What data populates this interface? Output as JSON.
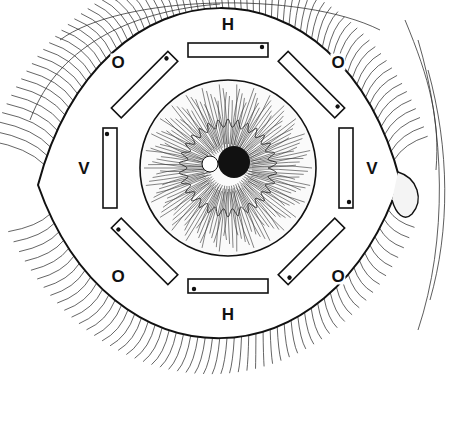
{
  "diagram": {
    "labels": [
      "H",
      "O",
      "O",
      "V",
      "V",
      "O",
      "O",
      "H"
    ]
  }
}
